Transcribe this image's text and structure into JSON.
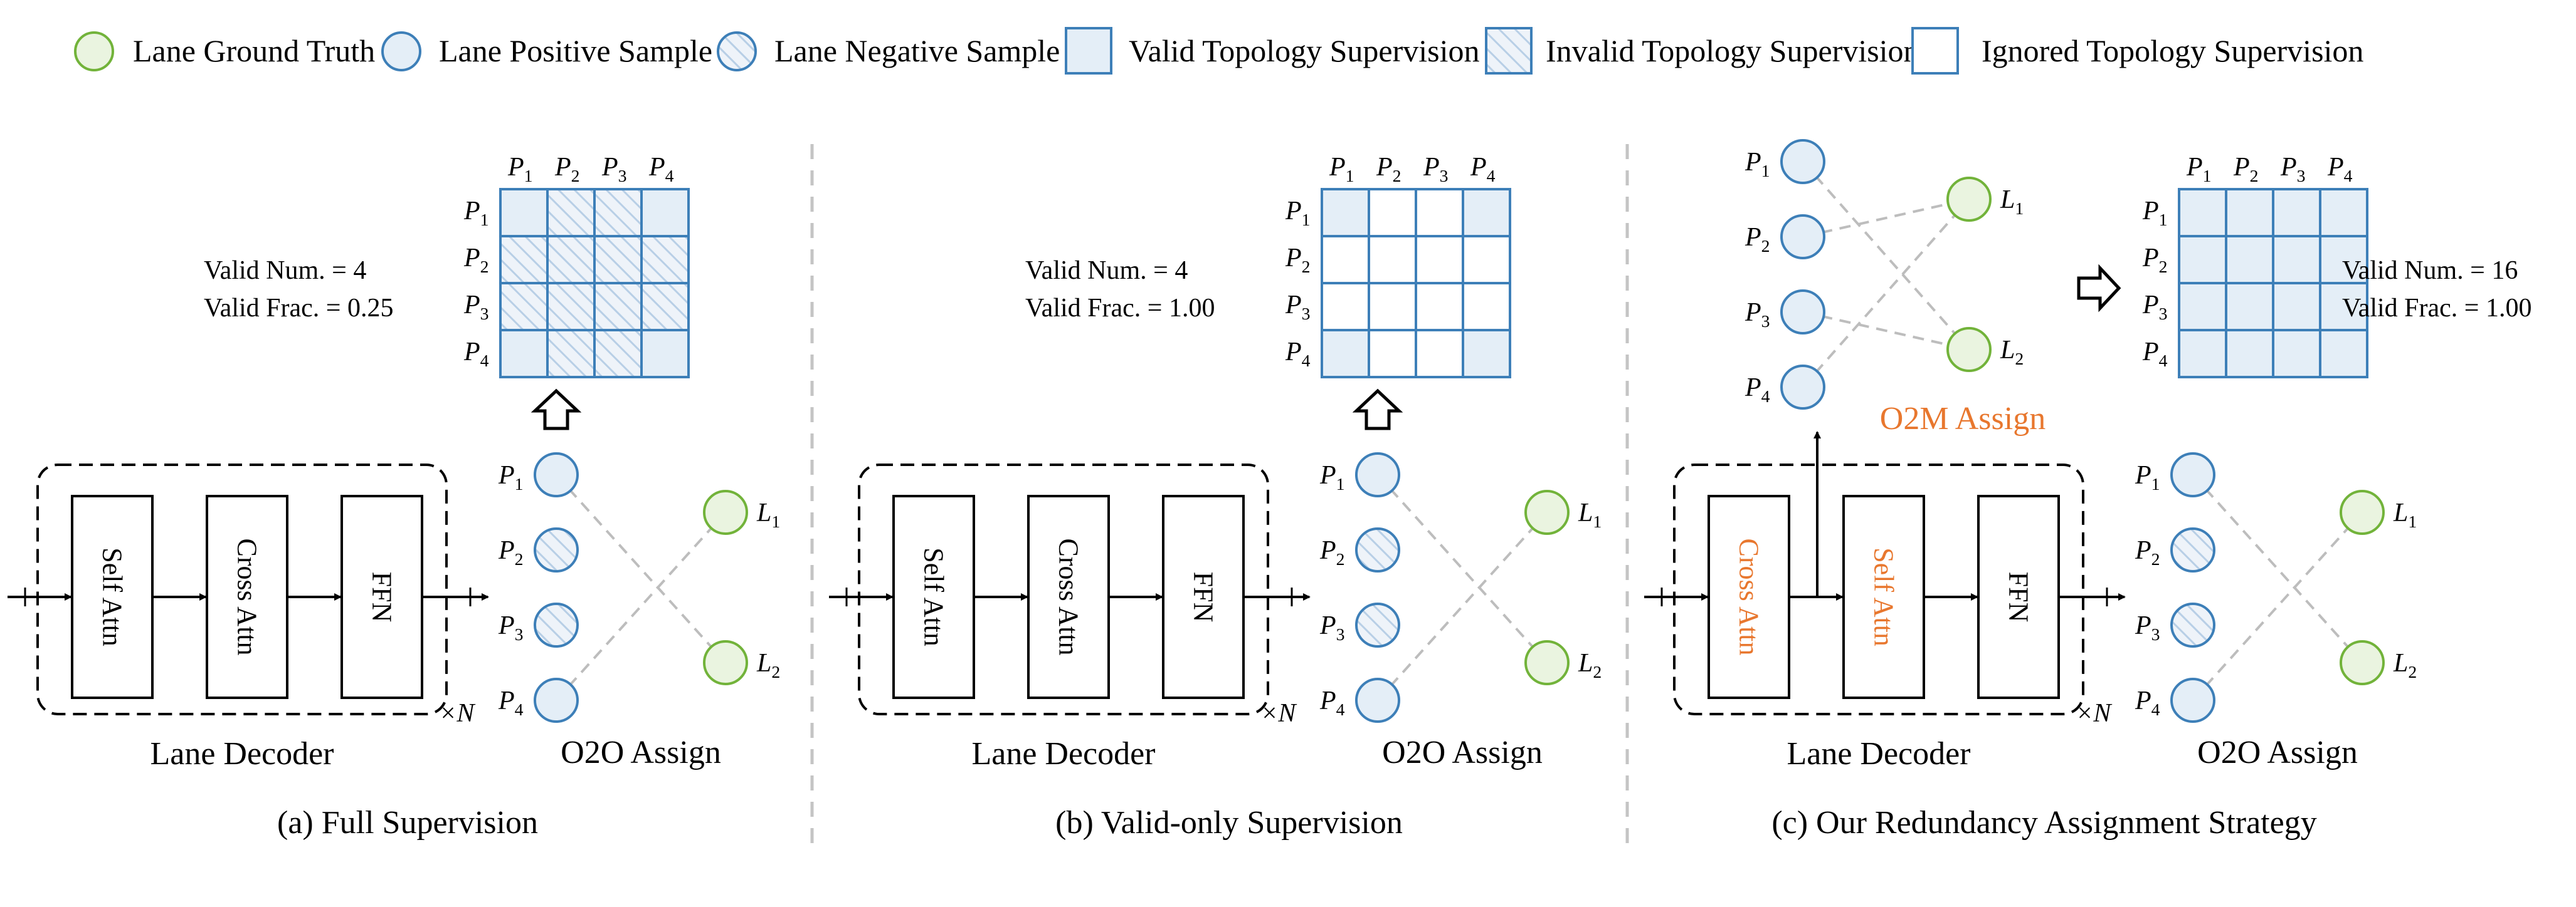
{
  "legend": [
    {
      "label": "Lane Ground Truth",
      "shape": "circle",
      "fill": "green"
    },
    {
      "label": "Lane Positive Sample",
      "shape": "circle",
      "fill": "blue"
    },
    {
      "label": "Lane Negative Sample",
      "shape": "circle",
      "fill": "hatched"
    },
    {
      "label": "Valid Topology Supervision",
      "shape": "square",
      "fill": "blue"
    },
    {
      "label": "Invalid Topology Supervision",
      "shape": "square",
      "fill": "hatched"
    },
    {
      "label": "Ignored Topology Supervision",
      "shape": "square",
      "fill": "empty"
    }
  ],
  "panels": [
    {
      "caption": "(a) Full Supervision",
      "decoder_label": "Lane Decoder",
      "repeat": "×N",
      "blocks": [
        "Self Attn",
        "Cross Attn",
        "FFN"
      ],
      "assign_label": "O2O Assign",
      "stats": [
        "Valid Num. = 4",
        "Valid Frac. = 0.25"
      ],
      "proposal_states": [
        "pos",
        "neg",
        "neg",
        "pos"
      ],
      "matrix": [
        [
          "v",
          "i",
          "i",
          "v"
        ],
        [
          "i",
          "i",
          "i",
          "i"
        ],
        [
          "i",
          "i",
          "i",
          "i"
        ],
        [
          "v",
          "i",
          "i",
          "v"
        ]
      ]
    },
    {
      "caption": "(b) Valid-only Supervision",
      "decoder_label": "Lane Decoder",
      "repeat": "×N",
      "blocks": [
        "Self Attn",
        "Cross Attn",
        "FFN"
      ],
      "assign_label": "O2O Assign",
      "stats": [
        "Valid Num. = 4",
        "Valid Frac. = 1.00"
      ],
      "proposal_states": [
        "pos",
        "neg",
        "neg",
        "pos"
      ],
      "matrix": [
        [
          "v",
          "e",
          "e",
          "v"
        ],
        [
          "e",
          "e",
          "e",
          "e"
        ],
        [
          "e",
          "e",
          "e",
          "e"
        ],
        [
          "v",
          "e",
          "e",
          "v"
        ]
      ]
    },
    {
      "caption": "(c) Our Redundancy Assignment Strategy",
      "decoder_label": "Lane Decoder",
      "repeat": "×N",
      "blocks": [
        "Cross Attn",
        "Self Attn",
        "FFN"
      ],
      "highlight_blocks": [
        "Cross Attn",
        "Self Attn"
      ],
      "assign_label": "O2O Assign",
      "o2m_label": "O2M Assign",
      "stats": [
        "Valid Num. = 16",
        "Valid Frac. = 1.00"
      ],
      "proposal_states": [
        "pos",
        "neg",
        "neg",
        "pos"
      ],
      "o2m_states": [
        "pos",
        "pos",
        "pos",
        "pos"
      ],
      "matrix": [
        [
          "v",
          "v",
          "v",
          "v"
        ],
        [
          "v",
          "v",
          "v",
          "v"
        ],
        [
          "v",
          "v",
          "v",
          "v"
        ],
        [
          "v",
          "v",
          "v",
          "v"
        ]
      ]
    }
  ],
  "matrix_headers": [
    "P1",
    "P2",
    "P3",
    "P4"
  ],
  "proposals": [
    "P1",
    "P2",
    "P3",
    "P4"
  ],
  "targets": [
    "L1",
    "L2"
  ],
  "colors": {
    "blue_stroke": "#3d7fb8",
    "blue_fill": "#e4eef7",
    "green_stroke": "#72b33a",
    "green_fill": "#eaf4e0",
    "orange": "#e8772e",
    "dashed": "#bdbdbd"
  }
}
